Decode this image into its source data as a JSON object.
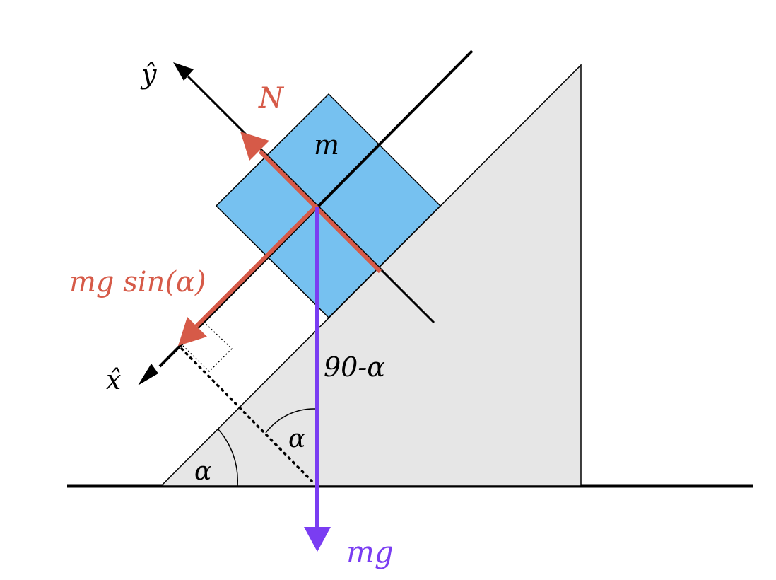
{
  "labels": {
    "y_axis": "ŷ",
    "x_axis": "x̂",
    "normal_force": "N",
    "mass": "m",
    "parallel_component": "mg sin(α)",
    "complement_angle": "90-α",
    "inner_angle": "α",
    "base_angle": "α",
    "gravity": "mg"
  },
  "colors": {
    "normal_force": "#d65a48",
    "parallel_component": "#d65a48",
    "gravity": "#7a3df2",
    "block_fill": "#76c1f0",
    "incline_fill": "#e6e6e6",
    "line": "#000000"
  }
}
